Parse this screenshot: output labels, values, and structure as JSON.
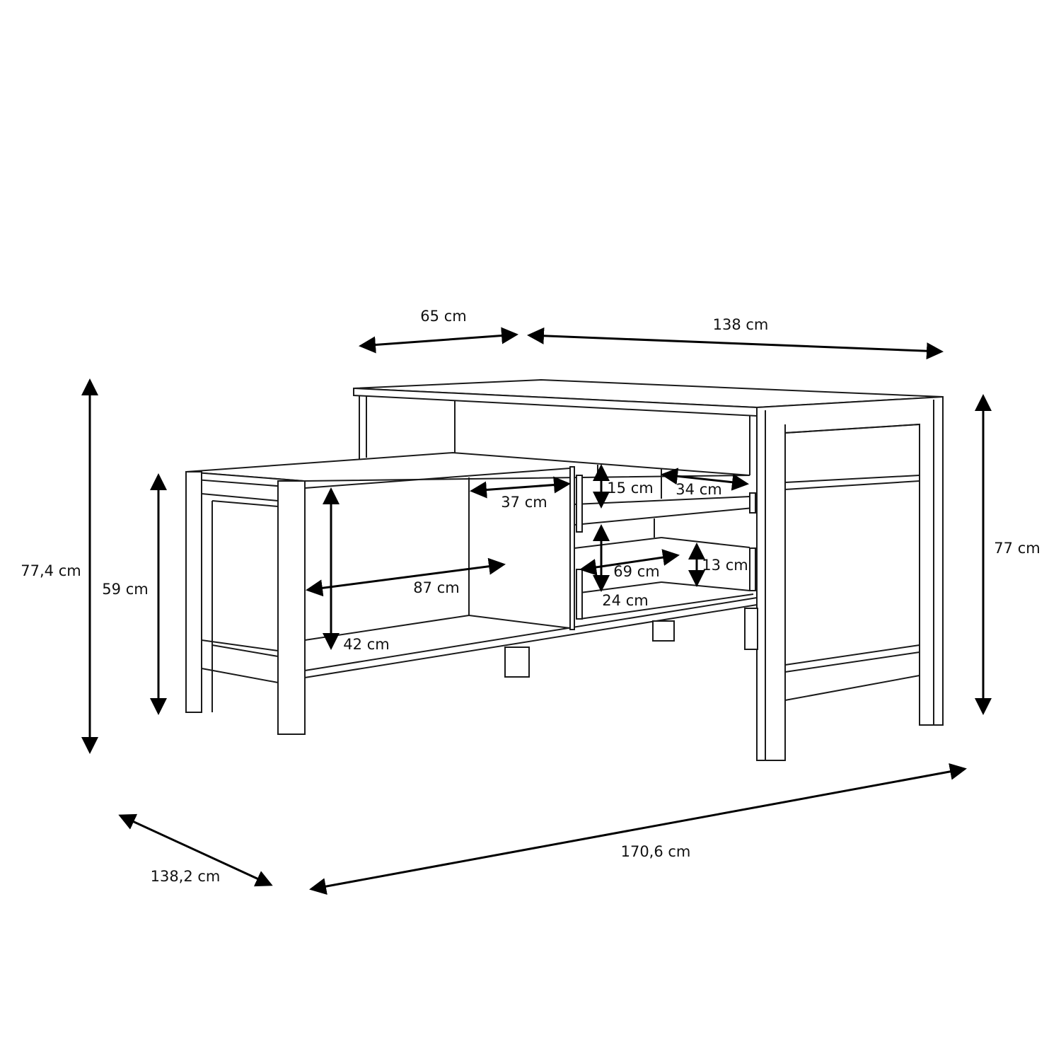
{
  "title": "Corner TV desk dimensions drawing",
  "dimensions": {
    "top_depth": "65 cm",
    "top_width": "138 cm",
    "overall_height": "77,4 cm",
    "low_section_height": "59 cm",
    "high_section_height": "77 cm",
    "overall_depth": "138,2 cm",
    "overall_width": "170,6 cm",
    "open_shelf_width": "87 cm",
    "open_shelf_height": "42 cm",
    "open_shelf_depth": "37 cm",
    "upper_drawer_height": "15 cm",
    "drawer_depth": "34 cm",
    "drawer_width": "69 cm",
    "lower_drawer_inner_height": "13 cm",
    "lower_drawer_height": "24 cm"
  },
  "colors": {
    "line": "#1a1a1a",
    "background": "#ffffff"
  }
}
